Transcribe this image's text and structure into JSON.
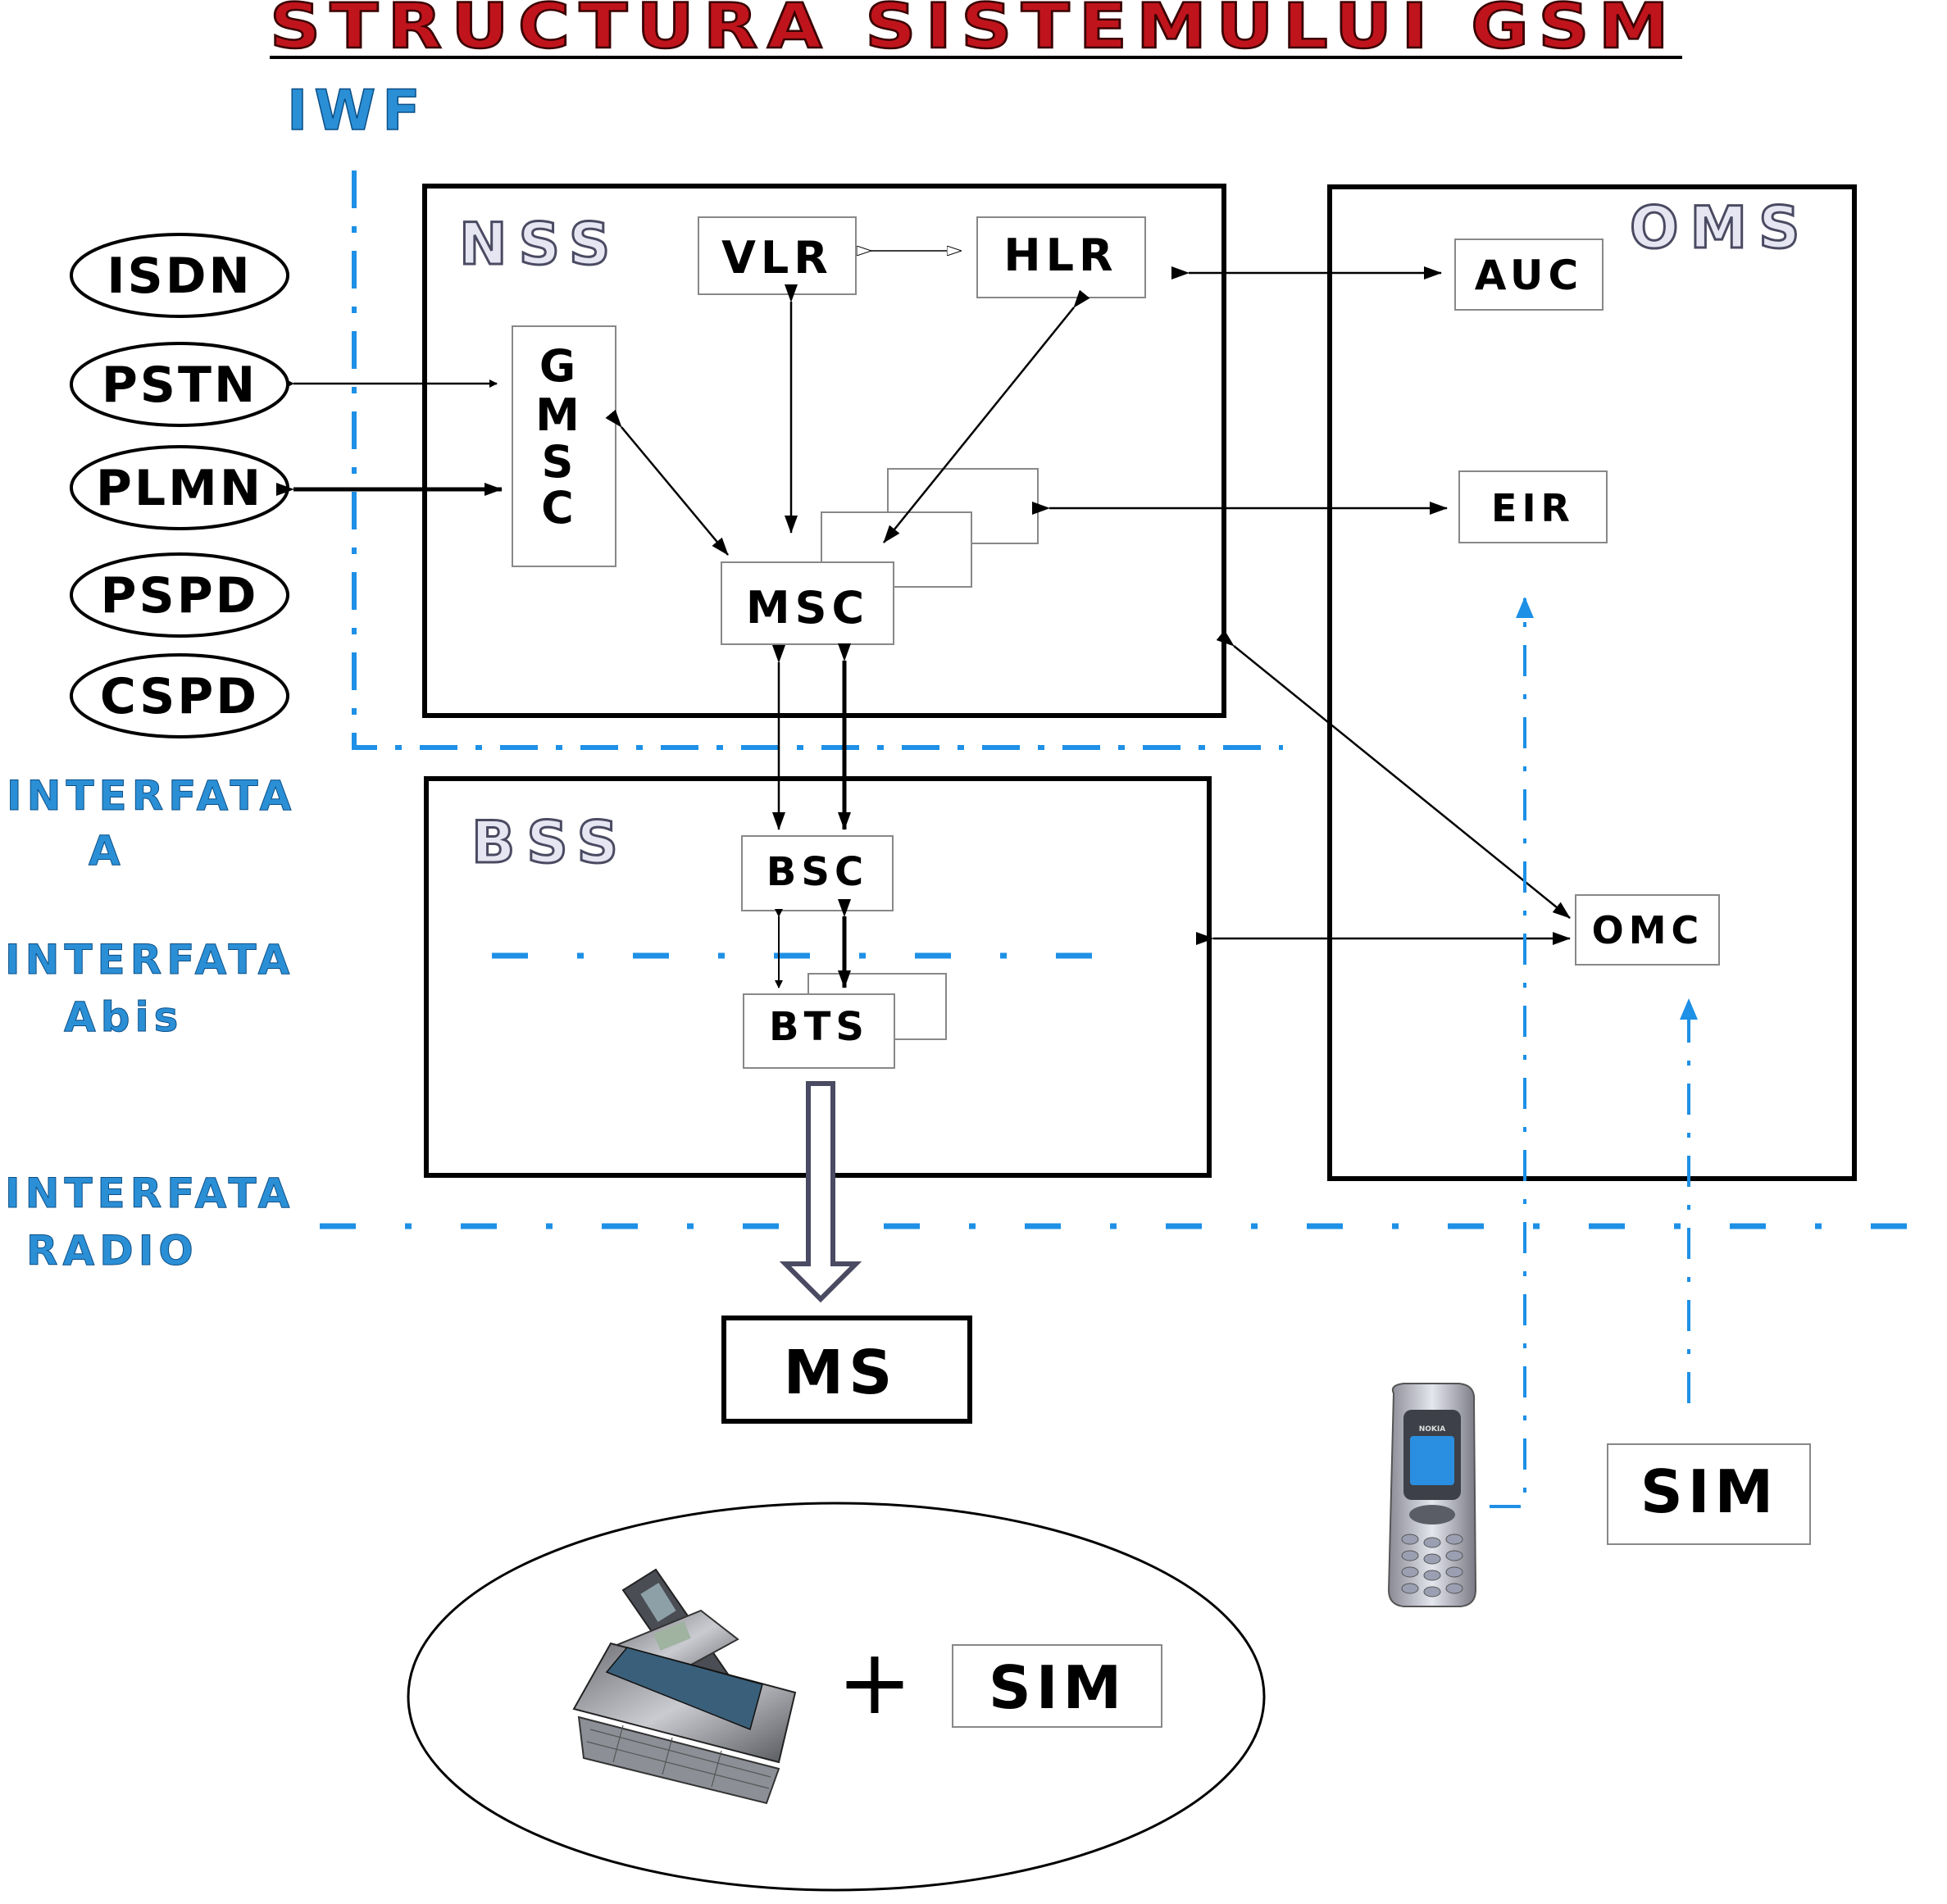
{
  "title": "STRUCTURA SISTEMULUI GSM",
  "iwf_label": "IWF",
  "networks": [
    "ISDN",
    "PSTN",
    "PLMN",
    "PSPD",
    "CSPD"
  ],
  "groups": {
    "nss": "NSS",
    "oms": "OMS",
    "bss": "BSS"
  },
  "nss": {
    "vlr": "VLR",
    "hlr": "HLR",
    "gmsc": [
      "G",
      "M",
      "S",
      "C"
    ],
    "msc": "MSC"
  },
  "oms": {
    "auc": "AUC",
    "eir": "EIR",
    "omc": "OMC"
  },
  "bss": {
    "bsc": "BSC",
    "bts": "BTS"
  },
  "ms": "MS",
  "sim_right": "SIM",
  "sim_bottom": "SIM",
  "plus": "+",
  "phone_brand": "NOKIA",
  "interfaces": {
    "a": {
      "line1": "INTERFATA",
      "line2": "A"
    },
    "abis": {
      "line1": "INTERFATA",
      "line2": "Abis"
    },
    "radio": {
      "line1": "INTERFATA",
      "line2": "RADIO"
    }
  },
  "colors": {
    "title": "#c0141c",
    "interface_blue": "#1e90e6",
    "group_fill": "#e6e6f2"
  }
}
